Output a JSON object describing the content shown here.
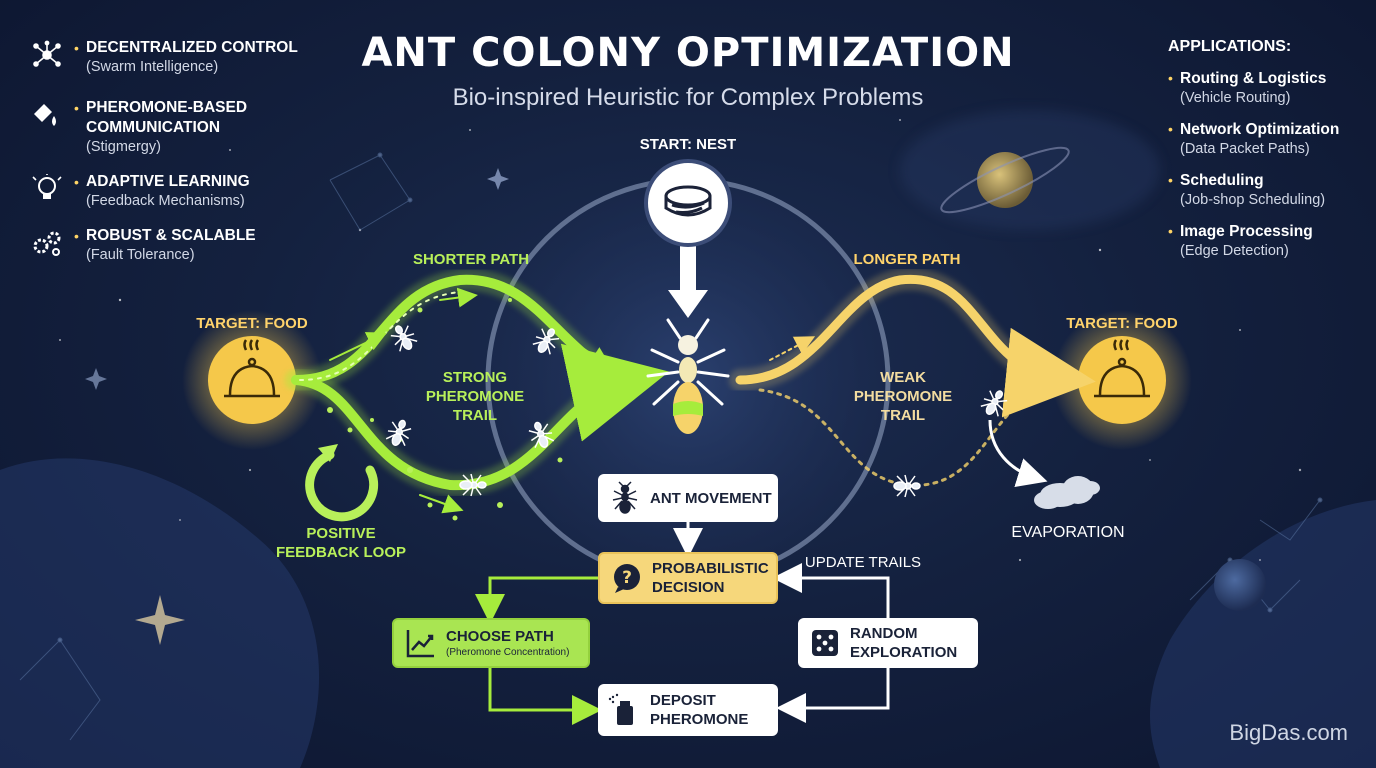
{
  "title": "ANT COLONY OPTIMIZATION",
  "subtitle": "Bio-inspired Heuristic for Complex Problems",
  "features": [
    {
      "title": "DECENTRALIZED CONTROL",
      "subtitle": "(Swarm Intelligence)",
      "icon": "network-nodes-icon"
    },
    {
      "title": "PHEROMONE-BASED COMMUNICATION",
      "subtitle": "(Stigmergy)",
      "icon": "pheromone-drop-icon"
    },
    {
      "title": "ADAPTIVE LEARNING",
      "subtitle": "(Feedback Mechanisms)",
      "icon": "lightbulb-brain-icon"
    },
    {
      "title": "ROBUST & SCALABLE",
      "subtitle": "(Fault Tolerance)",
      "icon": "gears-icon"
    }
  ],
  "applications": {
    "heading": "APPLICATIONS:",
    "items": [
      {
        "title": "Routing & Logistics",
        "subtitle": "(Vehicle Routing)"
      },
      {
        "title": "Network Optimization",
        "subtitle": "(Data Packet Paths)"
      },
      {
        "title": "Scheduling",
        "subtitle": "(Job-shop Scheduling)"
      },
      {
        "title": "Image Processing",
        "subtitle": "(Edge Detection)"
      }
    ]
  },
  "diagram": {
    "start_label": "START: NEST",
    "target_left": "TARGET: FOOD",
    "target_right": "TARGET: FOOD",
    "shorter_path": "SHORTER PATH",
    "longer_path": "LONGER PATH",
    "strong_trail": [
      "STRONG",
      "PHEROMONE",
      "TRAIL"
    ],
    "weak_trail": [
      "WEAK",
      "PHEROMONE",
      "TRAIL"
    ],
    "feedback_loop": [
      "POSITIVE",
      "FEEDBACK LOOP"
    ],
    "evaporation": "EVAPORATION",
    "update_trails": "UPDATE TRAILS"
  },
  "flow": {
    "ant_movement": "ANT MOVEMENT",
    "probabilistic_decision": [
      "PROBABILISTIC",
      "DECISION"
    ],
    "choose_path": "CHOOSE PATH",
    "choose_path_sub": "(Pheromone Concentration)",
    "random_exploration": [
      "RANDOM",
      "EXPLORATION"
    ],
    "deposit_pheromone": [
      "DEPOSIT",
      "PHEROMONE"
    ]
  },
  "colors": {
    "strong_path": "#a6ec3c",
    "weak_path": "#f6d36a",
    "food_glow": "#f5c84a",
    "accent_yellow": "#ffd466"
  },
  "brand": "BigDas.com"
}
